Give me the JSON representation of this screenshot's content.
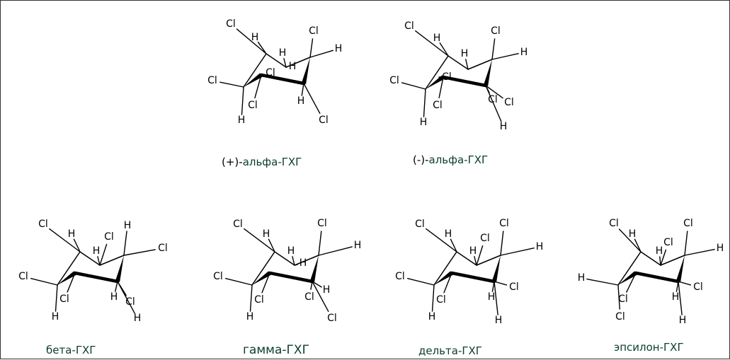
{
  "isomers": [
    {
      "prefix": "(+)-",
      "name": "альфа-ГХГ"
    },
    {
      "prefix": "(-)-",
      "name": "альфа-ГХГ"
    },
    {
      "prefix": "",
      "name": "бета-ГХГ"
    },
    {
      "prefix": "",
      "name": "гамма-ГХГ"
    },
    {
      "prefix": "",
      "name": "дельта-ГХГ"
    },
    {
      "prefix": "",
      "name": "эпсилон-ГХГ"
    }
  ],
  "atoms": {
    "cl": "Cl",
    "h": "H"
  }
}
